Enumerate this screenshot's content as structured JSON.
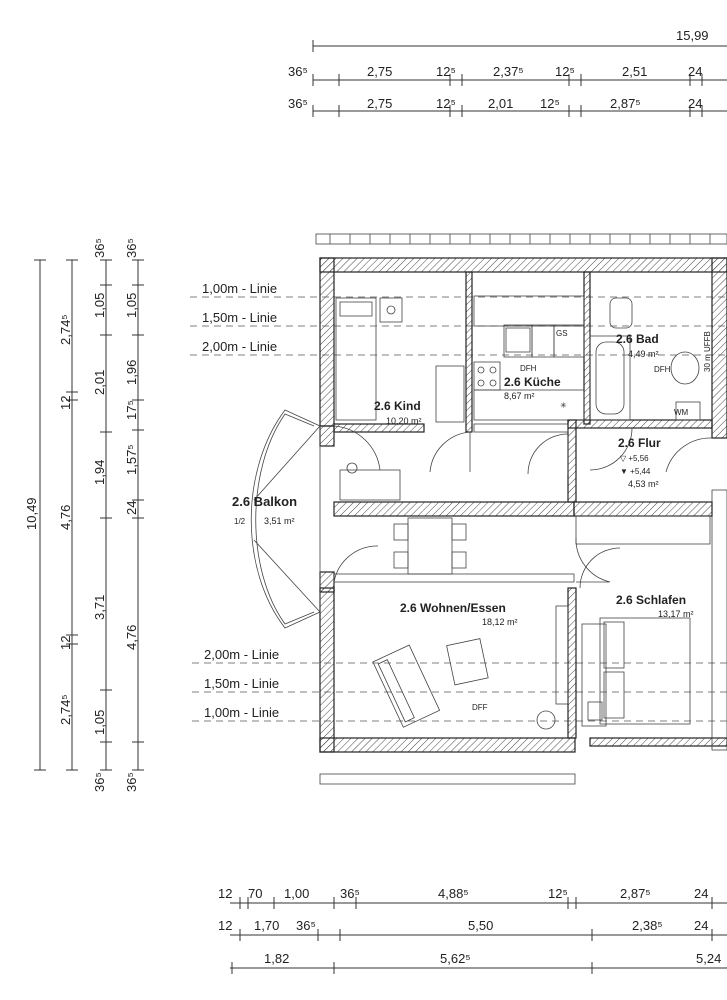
{
  "dimensions": {
    "top": {
      "total": "15,99",
      "row1": [
        "36⁵",
        "2,75",
        "12⁵",
        "2,37⁵",
        "12⁵",
        "2,51",
        "24"
      ],
      "row2": [
        "36⁵",
        "2,75",
        "12⁵",
        "2,01",
        "12⁵",
        "2,87⁵",
        "24"
      ]
    },
    "left": {
      "total": "10,49",
      "col2": [
        "4,76",
        "12",
        "2,74⁵"
      ],
      "col3": [
        "36⁵",
        "1,05",
        "2,01",
        "1,94",
        "3,71",
        "1,05",
        "36⁵"
      ],
      "col4": [
        "36⁵",
        "1,05",
        "1,96",
        "17⁵",
        "1,57⁵",
        "24",
        "4,76",
        "36⁵"
      ],
      "col2b": [
        "12",
        "2,74⁵"
      ]
    },
    "bottom": {
      "row1": [
        "12",
        "70",
        "1,00",
        "36⁵",
        "4,88⁵",
        "12⁵",
        "2,87⁵",
        "24"
      ],
      "row2": [
        "12",
        "1,70",
        "36⁵",
        "5,50",
        "2,38⁵",
        "24"
      ],
      "row3": [
        "1,82",
        "5,62⁵",
        "5,24"
      ]
    }
  },
  "height_lines": {
    "top": [
      "1,00m - Linie",
      "1,50m - Linie",
      "2,00m - Linie"
    ],
    "bottom": [
      "2,00m - Linie",
      "1,50m - Linie",
      "1,00m - Linie"
    ]
  },
  "rooms": {
    "kind": {
      "name": "2.6 Kind",
      "area": "10,20 m²"
    },
    "kueche": {
      "name": "2.6 Küche",
      "area": "8,67 m²"
    },
    "bad": {
      "name": "2.6 Bad",
      "area": "4,49 m²"
    },
    "flur": {
      "name": "2.6 Flur",
      "area": "4,53 m²",
      "level1": "▽ +5,56",
      "level2": "▼ +5,44"
    },
    "balkon": {
      "name": "2.6 Balkon",
      "area": "3,51 m²",
      "fraction": "1/2"
    },
    "wohnen": {
      "name": "2.6 Wohnen/Essen",
      "area": "18,12 m²"
    },
    "schlafen": {
      "name": "2.6 Schlafen",
      "area": "13,17 m²"
    }
  },
  "labels": {
    "dfh_kueche": "DFH",
    "dfh_bad": "DFH",
    "dff": "DFF",
    "gs": "GS",
    "wm": "WM",
    "bad_side": "30 m UFFB"
  }
}
